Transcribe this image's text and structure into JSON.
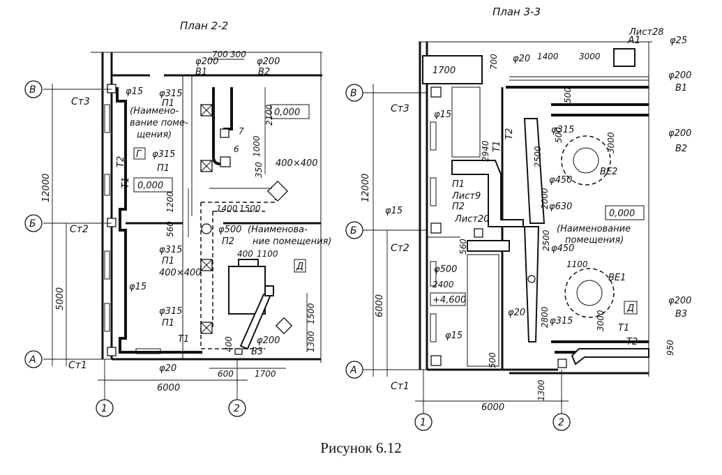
{
  "titles": {
    "plan_left": "План 2-2",
    "plan_right": "План 3-3"
  },
  "caption": "Рисунок 6.12",
  "axes": {
    "B": "В",
    "Bb": "Б",
    "A": "А",
    "one": "1",
    "two": "2"
  },
  "left_plan": {
    "risers": {
      "st3": "Ст3",
      "st2": "Ст2",
      "st1": "Ст1"
    },
    "pipes": {
      "t2": "Т2",
      "t1": "Т1",
      "t1_bottom": "Т1",
      "b1": "В1",
      "b2": "В2",
      "b3": "В3"
    },
    "diameters": {
      "d200_a": "φ200",
      "d200_b": "φ200",
      "d15_a": "φ15",
      "d15_b": "φ15",
      "d315_a": "φ315",
      "d315_b": "φ315",
      "d315_c": "φ315",
      "d315_d": "φ315",
      "d500": "φ500",
      "d200_c": "φ200",
      "d20": "φ20"
    },
    "units": {
      "p1_a": "П1",
      "p1_b": "П1",
      "p1_c": "П1",
      "p1_d": "П1",
      "p2": "П2"
    },
    "dims": {
      "d700": "700",
      "d300": "300",
      "d2100": "2100",
      "d1000": "1000",
      "d350": "350",
      "d1200": "1200",
      "d560": "560",
      "d1400": "1400",
      "d1500": "1500",
      "d400": "400",
      "d1100": "1100",
      "d1500v": "1500",
      "d1300": "1300",
      "d400v": "400",
      "d600": "600",
      "d1700": "1700",
      "d6000": "6000",
      "d12000": "12000",
      "d5000": "5000"
    },
    "room_name_1": [
      "(Наимено-",
      "вание поме-",
      "щения)"
    ],
    "room_name_2": [
      "(Наименова-",
      "ние помещения)"
    ],
    "duct_size_a": "400×400",
    "duct_size_b": "400×400",
    "level": "0,000",
    "level_2": "0,000",
    "mark_g": "Г",
    "mark_d": "Д",
    "n7": "7",
    "n6": "6"
  },
  "right_plan": {
    "a1": "А1",
    "sheet28": "Лист28",
    "sheet9": "Лист9",
    "sheet20": "Лист20",
    "risers": {
      "st3": "Ст3",
      "st2": "Ст2",
      "st1": "Ст1"
    },
    "pipes": {
      "t1": "Т1",
      "t2": "Т2",
      "t1b": "Т1",
      "t2b": "Т2",
      "b1": "В1",
      "b2": "В2",
      "b3": "В3"
    },
    "units": {
      "p1": "П1",
      "p2": "П2",
      "be2": "ВЕ2",
      "be1": "ВЕ1"
    },
    "diameters": {
      "d25": "φ25",
      "d20": "φ20",
      "d200_a": "φ200",
      "d200_b": "φ200",
      "d200_c": "φ200",
      "d15_a": "φ15",
      "d15_b": "φ15",
      "d15_c": "φ15",
      "d315_a": "φ315",
      "d315_b": "φ315",
      "d450_a": "φ450",
      "d450_b": "φ450",
      "d630": "φ630",
      "d500": "φ500",
      "d20b": "φ20"
    },
    "dims": {
      "d1700": "1700",
      "d700": "700",
      "d1400": "1400",
      "d3000": "3000",
      "d500": "500",
      "d2940": "2940",
      "d2500a": "2500",
      "d500b": "500",
      "d3000v": "3000",
      "d2000": "2000",
      "d2500b": "2500",
      "d560": "560",
      "d2400": "2400",
      "d1100": "1100",
      "d2800": "2800",
      "d3000b": "3000",
      "d950": "950",
      "d500c": "500",
      "d1300": "1300",
      "d6000": "6000",
      "d12000": "12000",
      "d6000v": "6000"
    },
    "room_name": [
      "(Наименование",
      "помещения)"
    ],
    "level": "0,000",
    "level2": "+4,600",
    "mark_d": "Д"
  }
}
